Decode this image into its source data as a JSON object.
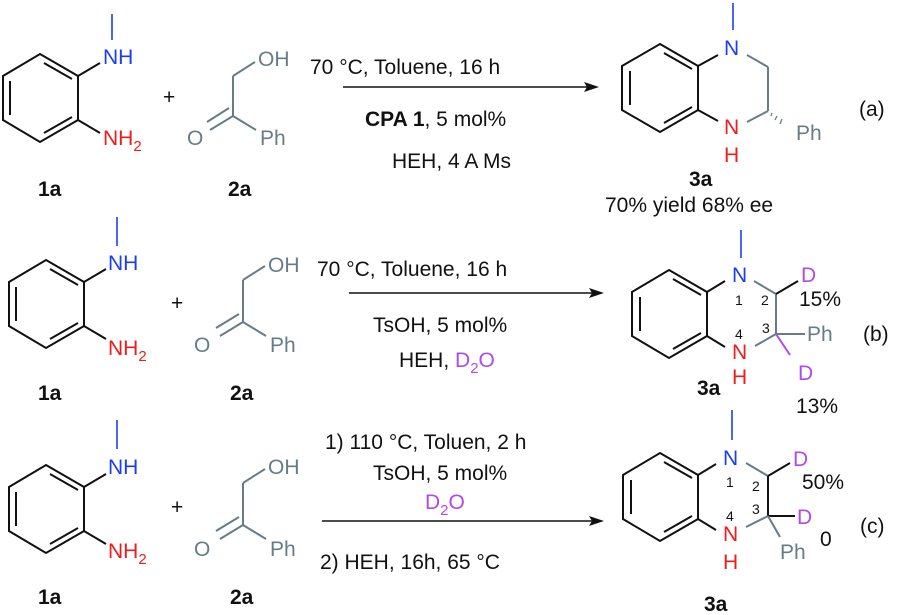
{
  "colors": {
    "text": "#111111",
    "nitrogen_methyl": "#1a3ff0",
    "nitrogen_amine": "#ee1c1c",
    "carbon_fragment": "#667d87",
    "deuterium": "#b04ae8"
  },
  "compounds": {
    "diamine": {
      "label": "1a",
      "nh": "NH",
      "nh2": "NH",
      "nh2_sub": "2"
    },
    "ketone": {
      "label": "2a",
      "oh": "OH",
      "o": "O",
      "ph": "Ph"
    },
    "product": {
      "label": "3a",
      "n": "N",
      "nh_n": "N",
      "nh_h": "H",
      "ph": "Ph",
      "d": "D"
    }
  },
  "plus": "+",
  "reactions": [
    {
      "id": "a",
      "tag": "(a)",
      "above": "70 °C, Toluene, 16 h",
      "below1_bold": "CPA 1",
      "below1_rest": ", 5 mol%",
      "below2": "HEH, 4 A Ms",
      "result": "70% yield 68% ee"
    },
    {
      "id": "b",
      "tag": "(b)",
      "above": "70 °C, Toluene, 16 h",
      "below1": "TsOH, 5 mol%",
      "below2_prefix": "HEH, ",
      "below2_d": "D",
      "below2_sub": "2",
      "below2_o": "O",
      "positions": [
        "1",
        "2",
        "3",
        "4"
      ],
      "d_c2_percent": "15%",
      "d_c3_percent": "13%"
    },
    {
      "id": "c",
      "tag": "(c)",
      "line1": "1) 110 °C, Toluen, 2 h",
      "line2": "TsOH, 5 mol%",
      "line3_d": "D",
      "line3_sub": "2",
      "line3_o": "O",
      "below": "2) HEH, 16h, 65 °C",
      "positions": [
        "1",
        "2",
        "3",
        "4"
      ],
      "d_c2_percent": "50%",
      "d_c3_percent": "0"
    }
  ]
}
